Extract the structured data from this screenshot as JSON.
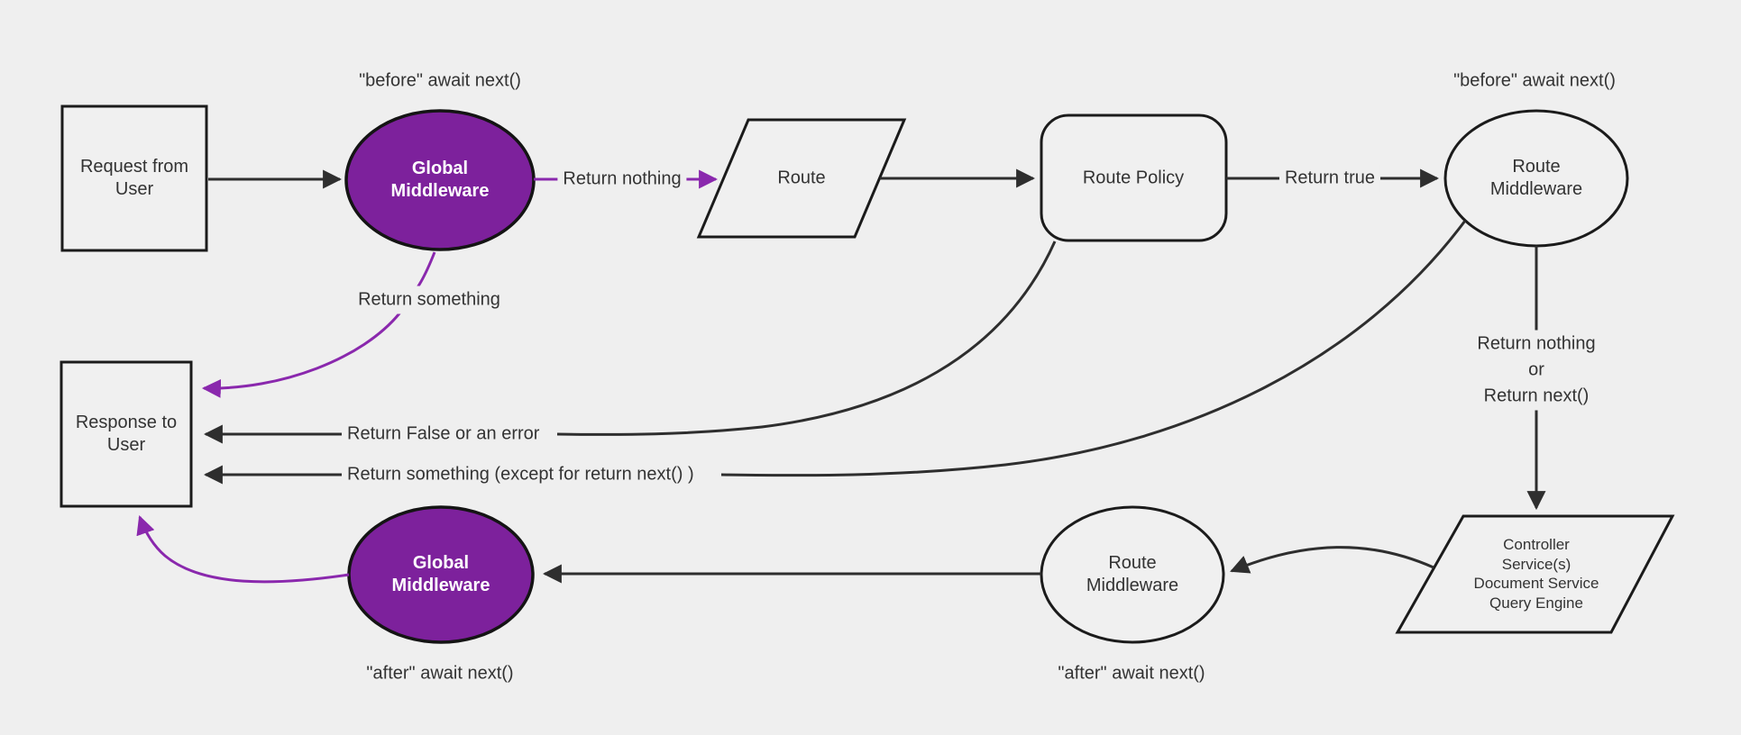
{
  "diagram": {
    "colors": {
      "background": "#efefef",
      "purple_fill": "#7d219c",
      "purple_accent": "#8a28ad",
      "stroke": "#2e2e2e",
      "text": "#333333"
    },
    "nodes": {
      "request": {
        "label": "Request from User"
      },
      "global_middleware_top": {
        "label": "Global Middleware"
      },
      "route": {
        "label": "Route"
      },
      "route_policy": {
        "label": "Route Policy"
      },
      "route_middleware_top": {
        "label": "Route Middleware"
      },
      "controller": {
        "lines": [
          "Controller",
          "Service(s)",
          "Document Service",
          "Query Engine"
        ]
      },
      "route_middleware_bottom": {
        "label": "Route Middleware"
      },
      "global_middleware_bottom": {
        "label": "Global Middleware"
      },
      "response": {
        "label": "Response to User"
      }
    },
    "edge_labels": {
      "before_await_left": "\"before\" await next()",
      "return_nothing": "Return nothing",
      "return_true": "Return true",
      "before_await_right": "\"before\" await next()",
      "return_nothing_or": [
        "Return nothing",
        "or",
        "Return next()"
      ],
      "return_something": "Return something",
      "return_false_error": "Return False or an error",
      "return_something_except": "Return something (except for return next() )",
      "after_await_left": "\"after\" await next()",
      "after_await_right": "\"after\" await next()"
    }
  }
}
